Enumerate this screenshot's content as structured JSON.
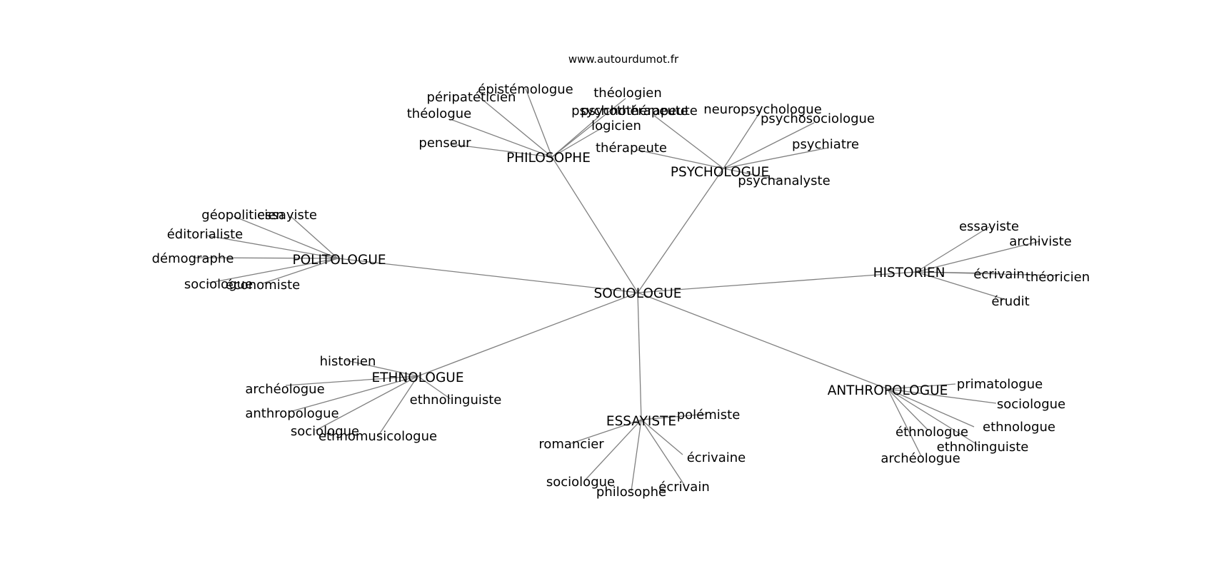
{
  "watermark": "www.autourdumot.fr",
  "graph": {
    "center": "SOCIOLOGUE",
    "clusters": [
      {
        "label": "PHILOSOPHE",
        "leaves": [
          "épistémologue",
          "péripatéticien",
          "théologue",
          "penseur",
          "théologien",
          "psychothérapeute",
          "logicien"
        ]
      },
      {
        "label": "PSYCHOLOGUE",
        "leaves": [
          "psychothérapeute",
          "thérapeute",
          "neuropsychologue",
          "psychosociologue",
          "psychiatre",
          "psychanalyste"
        ]
      },
      {
        "label": "POLITOLOGUE",
        "leaves": [
          "géopoliticien",
          "essayiste",
          "éditorialiste",
          "démographe",
          "sociologue",
          "économiste"
        ]
      },
      {
        "label": "HISTORIEN",
        "leaves": [
          "essayiste",
          "archiviste",
          "écrivain",
          "théoricien",
          "érudit"
        ]
      },
      {
        "label": "ETHNOLOGUE",
        "leaves": [
          "historien",
          "archéologue",
          "anthropologue",
          "sociologue",
          "ethnomusicologue",
          "ethnolinguiste"
        ]
      },
      {
        "label": "ESSAYISTE",
        "leaves": [
          "polémiste",
          "romancier",
          "écrivaine",
          "sociologue",
          "philosophe",
          "écrivain"
        ]
      },
      {
        "label": "ANTHROPOLOGUE",
        "leaves": [
          "primatologue",
          "sociologue",
          "ethnologue",
          "éthnologue",
          "ethnolinguiste",
          "archéologue"
        ]
      }
    ]
  }
}
